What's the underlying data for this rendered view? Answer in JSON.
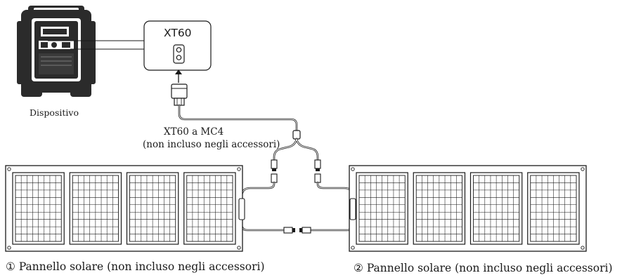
{
  "connector_label": "XT60",
  "device_label": "Dispositivo",
  "cable": {
    "line1": "XT60 a MC4",
    "line2": "(non incluso negli accessori)"
  },
  "panels": [
    {
      "label": "① Pannello solare (non incluso negli accessori)"
    },
    {
      "label": "② Pannello solare (non incluso negli accessori)"
    }
  ],
  "colors": {
    "line": "#1a1a1a",
    "device_fill": "#2b2b2b",
    "background": "#ffffff"
  }
}
